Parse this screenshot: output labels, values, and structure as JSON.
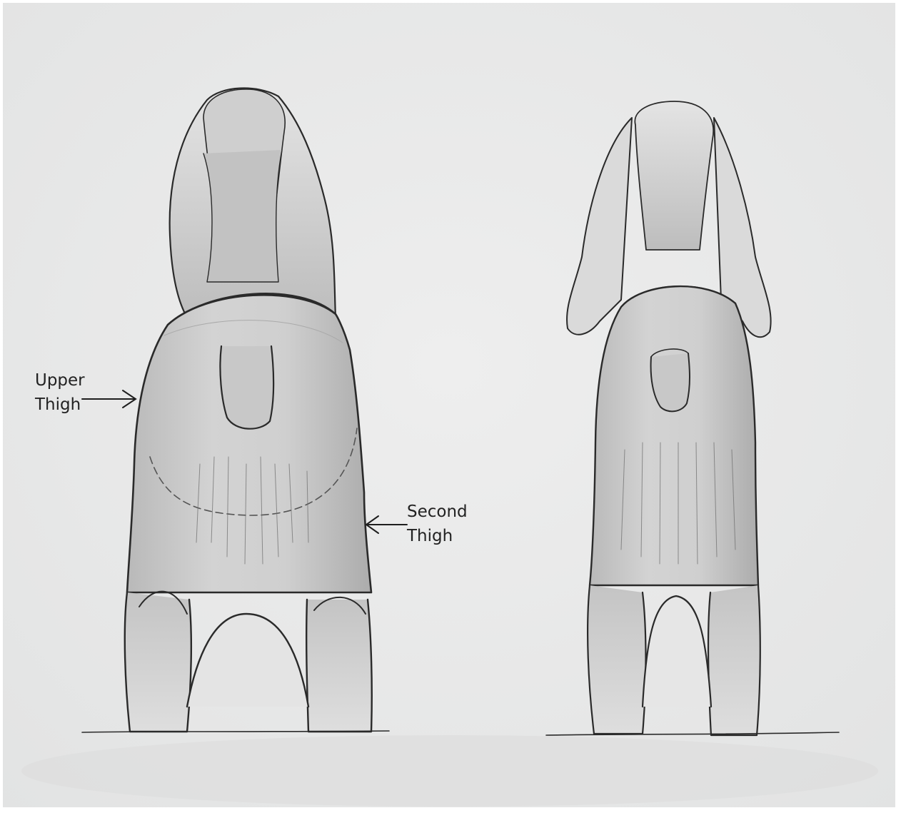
{
  "annotations": {
    "upper_thigh": {
      "line1": "Upper",
      "line2": "Thigh"
    },
    "second_thigh": {
      "line1": "Second",
      "line2": "Thigh"
    }
  },
  "colors": {
    "paper": "#e9eaea",
    "pencil": "#2a2a2a",
    "shade": "#9a9a9a"
  },
  "figures": [
    {
      "name": "left-dog-rear-view",
      "description_icon": "dog-rear-well-muscled-icon"
    },
    {
      "name": "right-dog-rear-view",
      "description_icon": "dog-rear-narrow-icon"
    }
  ]
}
